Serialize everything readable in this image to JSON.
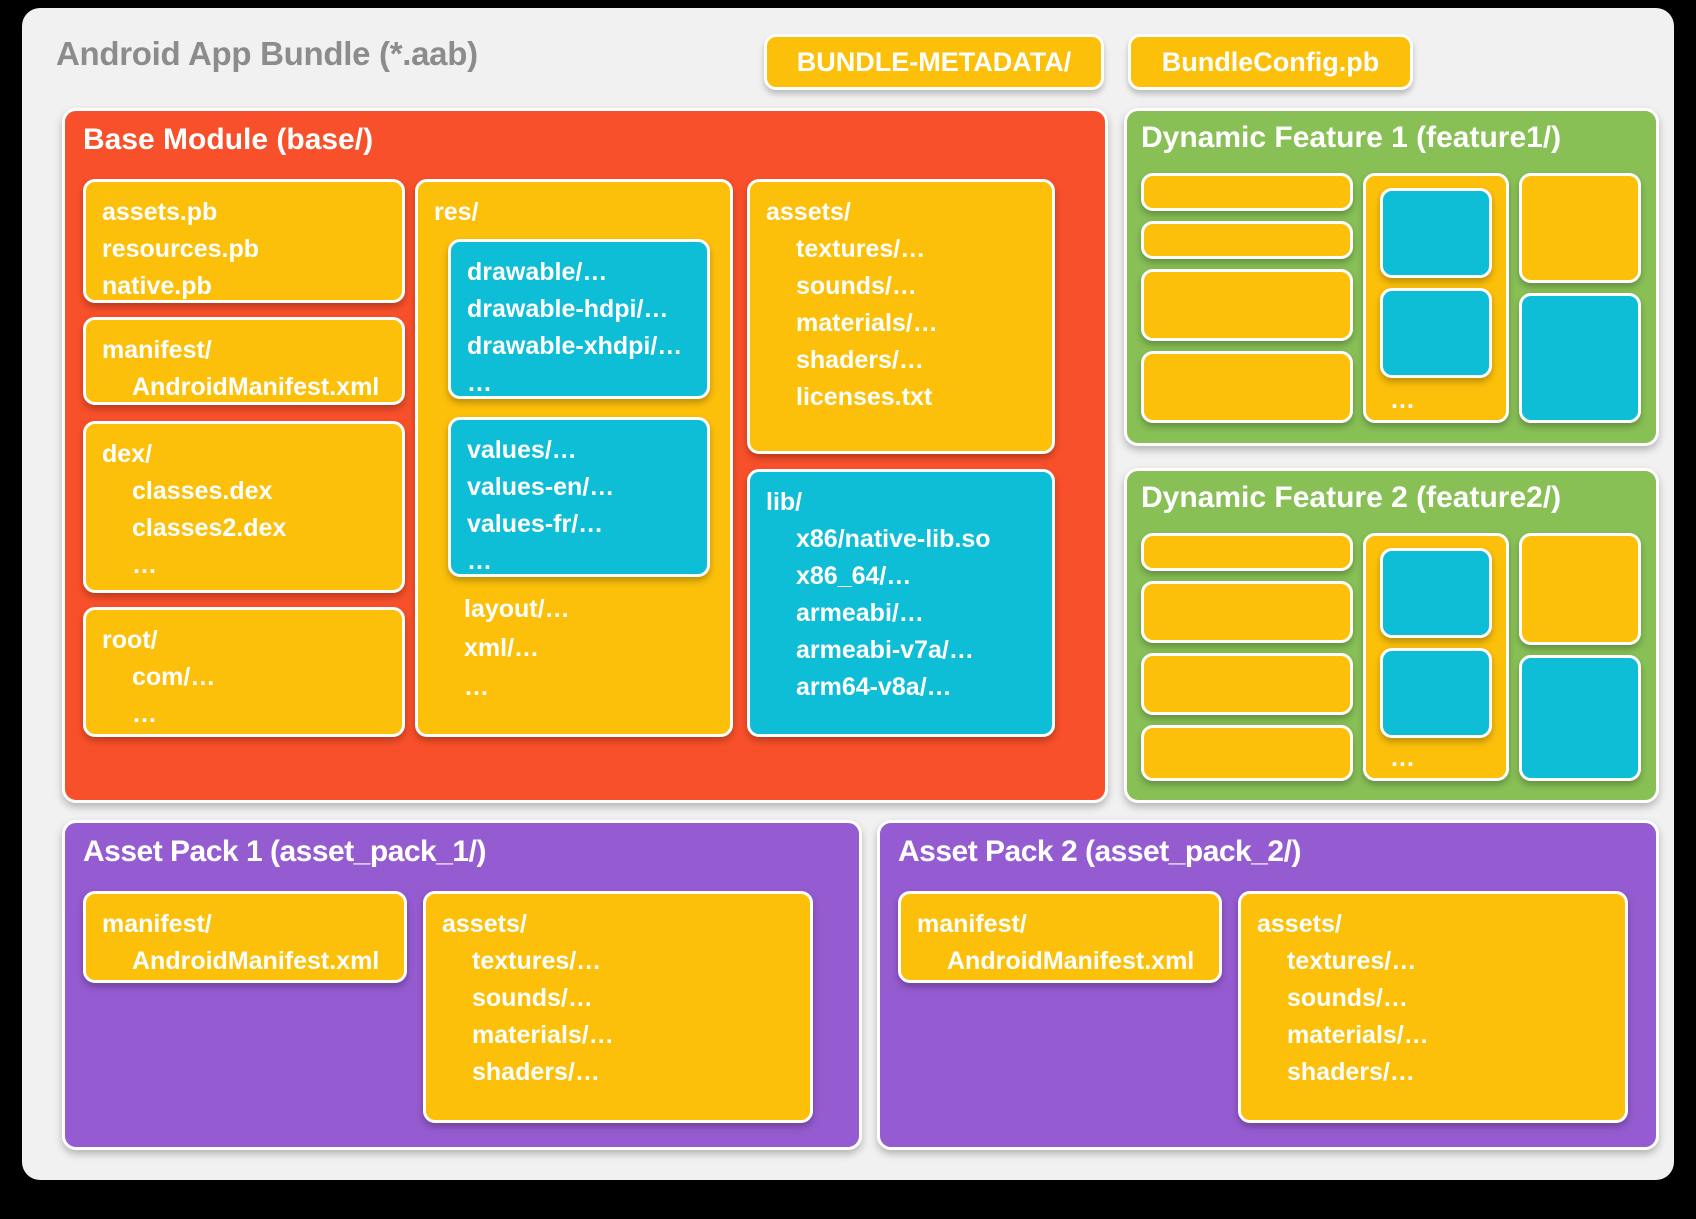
{
  "bundle": {
    "title": "Android App Bundle (*.aab)",
    "badges": [
      {
        "label": "BUNDLE-METADATA/"
      },
      {
        "label": "BundleConfig.pb"
      }
    ]
  },
  "base_module": {
    "title": "Base Module (base/)",
    "cards": {
      "protos": [
        "assets.pb",
        "resources.pb",
        "native.pb"
      ],
      "manifest": {
        "root": "manifest/",
        "children": [
          "AndroidManifest.xml"
        ]
      },
      "dex": {
        "root": "dex/",
        "children": [
          "classes.dex",
          "classes2.dex",
          "…"
        ]
      },
      "root": {
        "root": "root/",
        "children": [
          "com/…",
          "…"
        ]
      },
      "res": {
        "root": "res/",
        "drawables": [
          "drawable/…",
          "drawable-hdpi/…",
          "drawable-xhdpi/…",
          "…"
        ],
        "values": [
          "values/…",
          "values-en/…",
          "values-fr/…",
          "…"
        ],
        "tail": [
          "layout/…",
          "xml/…",
          "…"
        ]
      },
      "assets": {
        "root": "assets/",
        "children": [
          "textures/…",
          "sounds/…",
          "materials/…",
          "shaders/…",
          "licenses.txt"
        ]
      },
      "lib": {
        "root": "lib/",
        "children": [
          "x86/native-lib.so",
          "x86_64/…",
          "armeabi/…",
          "armeabi-v7a/…",
          "arm64-v8a/…"
        ]
      }
    }
  },
  "features": [
    {
      "title": "Dynamic Feature 1 (feature1/)",
      "middle_ellipsis": "…"
    },
    {
      "title": "Dynamic Feature 2 (feature2/)",
      "middle_ellipsis": "…"
    }
  ],
  "asset_packs": [
    {
      "title": "Asset Pack 1 (asset_pack_1/)",
      "manifest": {
        "root": "manifest/",
        "children": [
          "AndroidManifest.xml"
        ]
      },
      "assets": {
        "root": "assets/",
        "children": [
          "textures/…",
          "sounds/…",
          "materials/…",
          "shaders/…"
        ]
      }
    },
    {
      "title": "Asset Pack 2 (asset_pack_2/)",
      "manifest": {
        "root": "manifest/",
        "children": [
          "AndroidManifest.xml"
        ]
      },
      "assets": {
        "root": "assets/",
        "children": [
          "textures/…",
          "sounds/…",
          "materials/…",
          "shaders/…"
        ]
      }
    }
  ],
  "colors": {
    "background": "#000000",
    "bundle_card": "#f1f1f1",
    "base_module": "#f8502a",
    "feature": "#88c056",
    "asset_pack": "#955bd0",
    "yellow_card": "#fcc00a",
    "cyan_card": "#0ebdd6",
    "title_gray": "#8c8c8c"
  }
}
